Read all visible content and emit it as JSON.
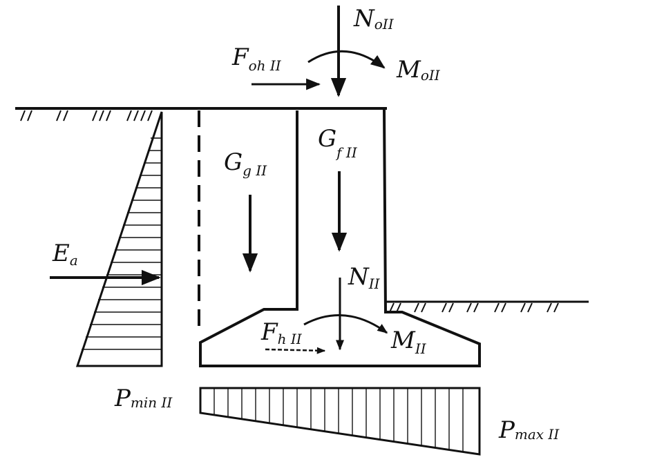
{
  "diagram": {
    "labels": {
      "N_o": {
        "main": "N",
        "sub": "oII"
      },
      "M_o": {
        "main": "M",
        "sub": "oII"
      },
      "F_oh": {
        "main": "F",
        "sub": "oh II"
      },
      "G_g": {
        "main": "G",
        "sub": "g II"
      },
      "G_f": {
        "main": "G",
        "sub": "f II"
      },
      "E_a": {
        "main": "E",
        "sub": "a"
      },
      "N": {
        "main": "N",
        "sub": "II"
      },
      "F_h": {
        "main": "F",
        "sub": "h II"
      },
      "M": {
        "main": "M",
        "sub": "II"
      },
      "P_min": {
        "main": "P",
        "sub": "min II"
      },
      "P_max": {
        "main": "P",
        "sub": "max II"
      }
    },
    "colors": {
      "ink": "#111111",
      "background": "#ffffff"
    }
  }
}
